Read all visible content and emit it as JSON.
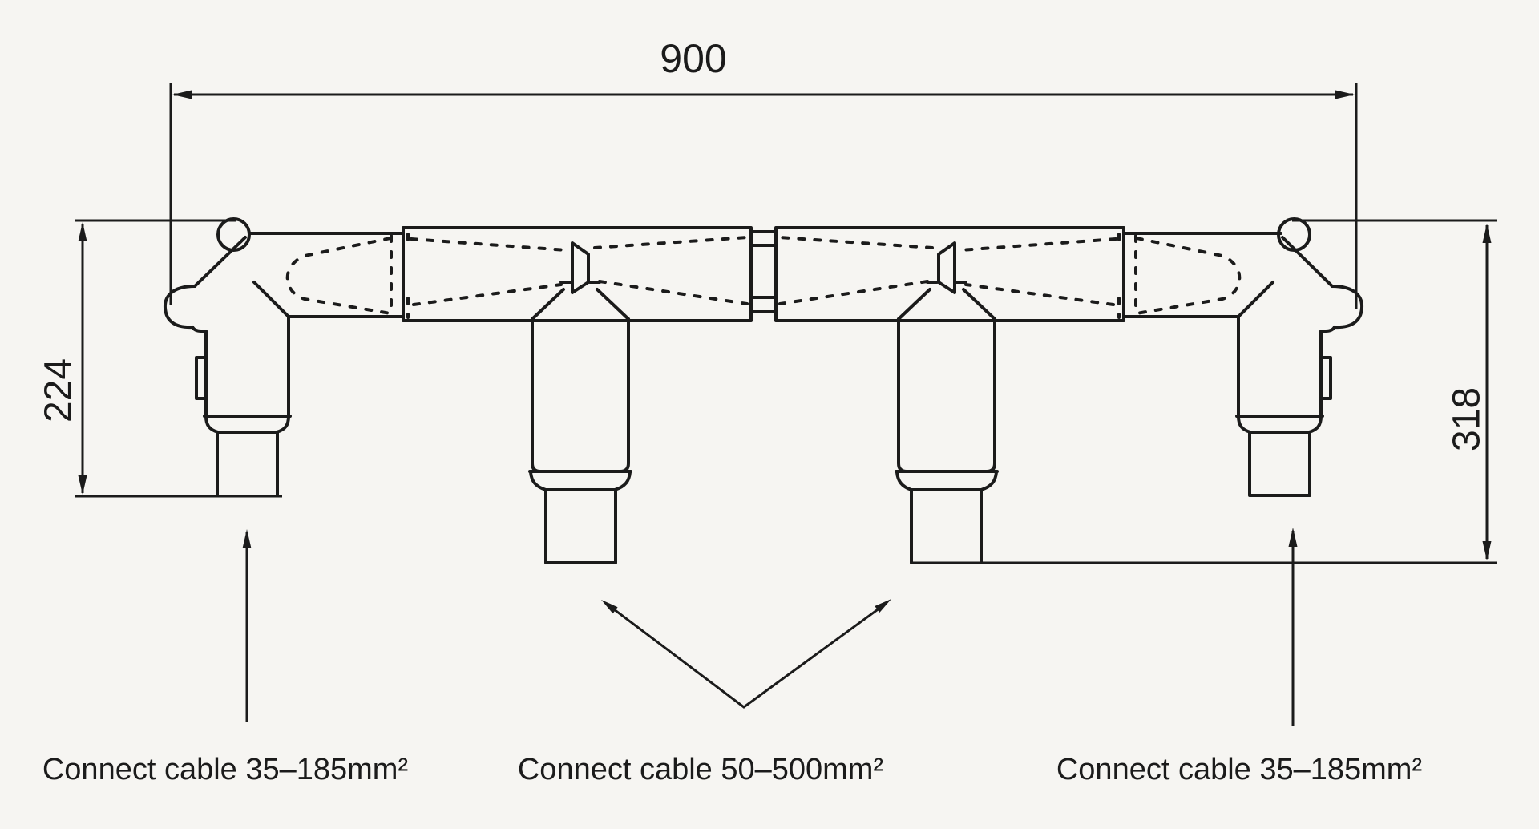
{
  "drawing": {
    "dimensions": {
      "overall_width": "900",
      "left_height": "224",
      "right_height": "318"
    },
    "callouts": {
      "left": "Connect cable 35–185mm²",
      "middle": "Connect cable 50–500mm²",
      "right": "Connect cable 35–185mm²"
    },
    "colors": {
      "line": "#1b1b1b",
      "background": "#f6f5f2"
    }
  }
}
